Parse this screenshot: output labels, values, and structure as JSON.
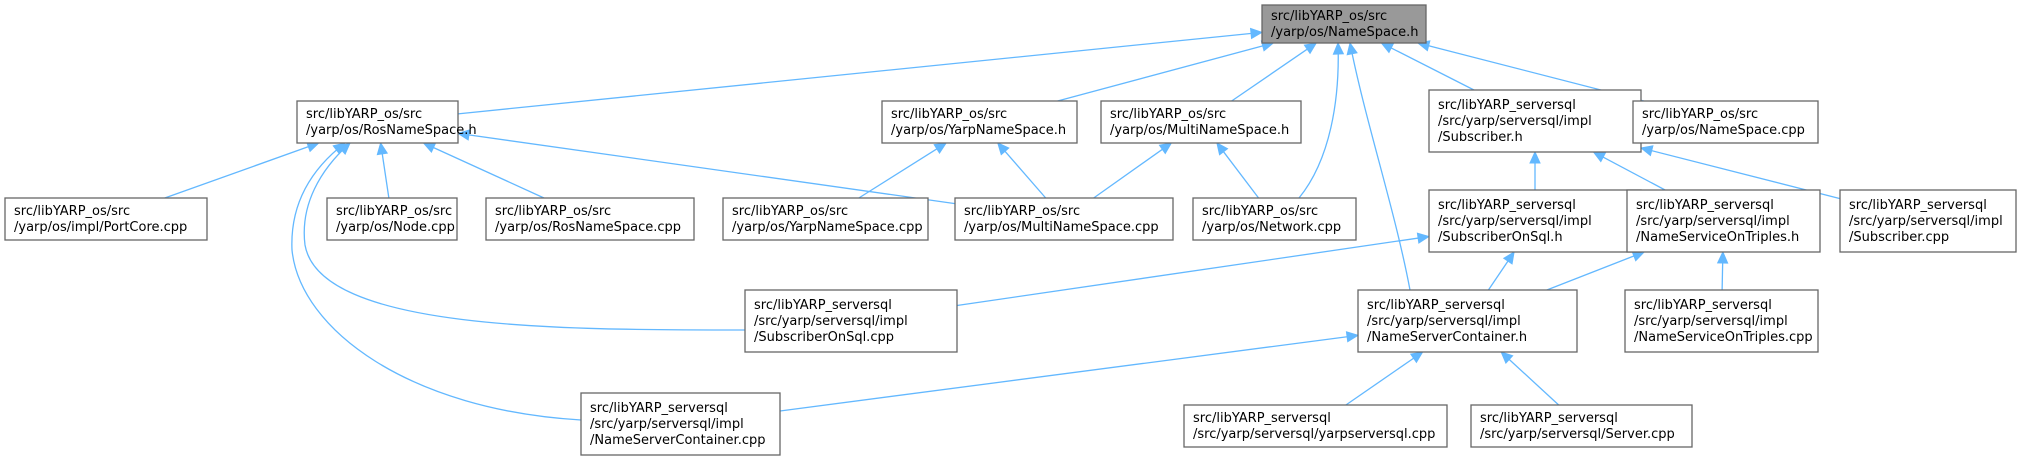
{
  "colors": {
    "edge": "#63b8ff",
    "root_fill": "#999999",
    "node_fill": "#ffffff",
    "border": "#666666"
  },
  "nodes": {
    "root": [
      "src/libYARP_os/src",
      "/yarp/os/NameSpace.h"
    ],
    "rosns_h": [
      "src/libYARP_os/src",
      "/yarp/os/RosNameSpace.h"
    ],
    "yarpns_h": [
      "src/libYARP_os/src",
      "/yarp/os/YarpNameSpace.h"
    ],
    "multins_h": [
      "src/libYARP_os/src",
      "/yarp/os/MultiNameSpace.h"
    ],
    "subscriber_h": [
      "src/libYARP_serversql",
      "/src/yarp/serversql/impl",
      "/Subscriber.h"
    ],
    "namespace_cpp": [
      "src/libYARP_os/src",
      "/yarp/os/NameSpace.cpp"
    ],
    "portcore_cpp": [
      "src/libYARP_os/src",
      "/yarp/os/impl/PortCore.cpp"
    ],
    "node_cpp": [
      "src/libYARP_os/src",
      "/yarp/os/Node.cpp"
    ],
    "rosns_cpp": [
      "src/libYARP_os/src",
      "/yarp/os/RosNameSpace.cpp"
    ],
    "yarpns_cpp": [
      "src/libYARP_os/src",
      "/yarp/os/YarpNameSpace.cpp"
    ],
    "multins_cpp": [
      "src/libYARP_os/src",
      "/yarp/os/MultiNameSpace.cpp"
    ],
    "network_cpp": [
      "src/libYARP_os/src",
      "/yarp/os/Network.cpp"
    ],
    "subonsql_h": [
      "src/libYARP_serversql",
      "/src/yarp/serversql/impl",
      "/SubscriberOnSql.h"
    ],
    "nsontriples_h": [
      "src/libYARP_serversql",
      "/src/yarp/serversql/impl",
      "/NameServiceOnTriples.h"
    ],
    "subscriber_cpp": [
      "src/libYARP_serversql",
      "/src/yarp/serversql/impl",
      "/Subscriber.cpp"
    ],
    "subonsql_cpp": [
      "src/libYARP_serversql",
      "/src/yarp/serversql/impl",
      "/SubscriberOnSql.cpp"
    ],
    "nscontainer_h": [
      "src/libYARP_serversql",
      "/src/yarp/serversql/impl",
      "/NameServerContainer.h"
    ],
    "nsontriples_cpp": [
      "src/libYARP_serversql",
      "/src/yarp/serversql/impl",
      "/NameServiceOnTriples.cpp"
    ],
    "nscontainer_cpp": [
      "src/libYARP_serversql",
      "/src/yarp/serversql/impl",
      "/NameServerContainer.cpp"
    ],
    "yarpserversql_cpp": [
      "src/libYARP_serversql",
      "/src/yarp/serversql/yarpserversql.cpp"
    ],
    "server_cpp": [
      "src/libYARP_serversql",
      "/src/yarp/serversql/Server.cpp"
    ]
  }
}
